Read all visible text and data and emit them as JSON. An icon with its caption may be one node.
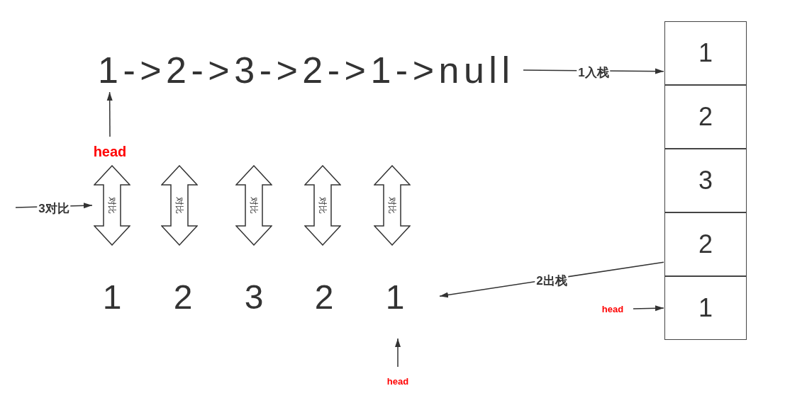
{
  "diagram": {
    "nodes": [
      {
        "text": [
          "1->2->3->2->1->null"
        ]
      },
      {
        "text": [],
        "shape": "box"
      },
      {
        "text": [
          "1"
        ],
        "in": 1
      },
      {
        "text": [
          "2"
        ],
        "in": 1
      },
      {
        "text": [
          "3"
        ],
        "in": 1
      },
      {
        "text": [
          "2"
        ],
        "in": 1
      },
      {
        "text": [
          "1"
        ],
        "in": 1
      },
      {
        "text": [
          "head"
        ]
      },
      {
        "text": [
          "head"
        ]
      },
      {
        "text": [
          "对比"
        ]
      },
      {
        "text": [
          "对比"
        ]
      },
      {
        "text": [
          "对比"
        ]
      },
      {
        "text": [
          "对比"
        ]
      },
      {
        "text": [
          "对比"
        ]
      },
      {
        "text": [
          "1"
        ]
      },
      {
        "text": [
          "2"
        ]
      },
      {
        "text": [
          "3"
        ]
      },
      {
        "text": [
          "2"
        ]
      },
      {
        "text": [
          "1"
        ]
      },
      {
        "text": [
          "head"
        ]
      }
    ],
    "edges": [
      {
        "from": 0,
        "to": 1,
        "arrow": "to",
        "label": "1入栈"
      },
      {
        "from": 1,
        "to": 18,
        "arrow": "to",
        "label": "2出栈"
      },
      {
        "from": 7,
        "to": 0,
        "arrow": "to"
      },
      {
        "from": null,
        "to": 9,
        "arrow": "to",
        "label": "3对比"
      },
      {
        "from": 8,
        "to": 6,
        "arrow": "to"
      },
      {
        "from": 19,
        "to": 18,
        "arrow": "to"
      }
    ]
  }
}
